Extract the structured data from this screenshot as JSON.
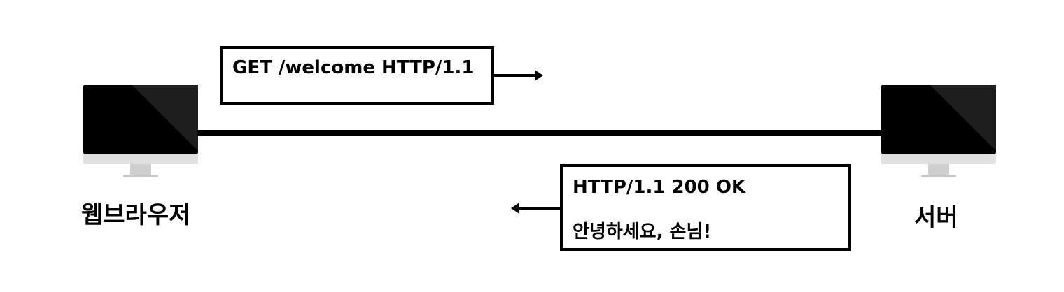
{
  "nodes": {
    "client": {
      "label": "웹브라우저",
      "icon": "desktop-monitor-icon"
    },
    "server": {
      "label": "서버",
      "icon": "desktop-monitor-icon"
    }
  },
  "request": {
    "text": "GET /welcome HTTP/1.1"
  },
  "response": {
    "status_line": "HTTP/1.1 200 OK",
    "body": "안녕하세요, 손님!"
  },
  "colors": {
    "line": "#000000",
    "screen": "#000000",
    "bezel": "#e2e2e2",
    "background": "#ffffff"
  }
}
